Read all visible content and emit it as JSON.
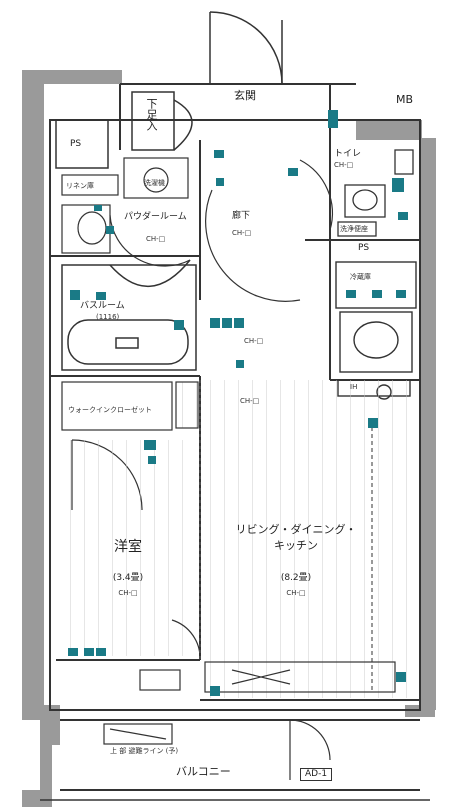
{
  "rooms": {
    "entrance": "玄関",
    "mb": "MB",
    "ps_top_left": "PS",
    "ps_mid": "PS",
    "storage_closet": "下足入",
    "toilet": "トイレ",
    "toilet_ch": "CH-□",
    "washlet": "洗浄便座",
    "hallway": "廊下",
    "hallway_ch": "CH-□",
    "powder_room": "パウダールーム",
    "powder_ch": "CH-□",
    "linen": "リネン庫",
    "washer": "洗濯機",
    "bathroom": "バスルーム",
    "bath_size": "(1116)",
    "walk_in": "ウォークインクローゼット",
    "western_room": "洋室",
    "western_size": "(3.4畳)",
    "western_ch": "CH-□",
    "ldk_line1": "リビング・ダイニング・",
    "ldk_line2": "キッチン",
    "ldk_size": "(8.2畳)",
    "ldk_ch": "CH-□",
    "mid_ch": "CH-□",
    "lower_ch": "CH-□",
    "balcony": "バルコニー",
    "balcony_code": "AD-1",
    "balcony_escape": "上 部 避難ライン (予)",
    "cooktop": "IH",
    "fridge": "冷蔵庫"
  },
  "colors": {
    "wall": "#8f8f8f",
    "line": "#333333",
    "accent": "#1a7a86"
  }
}
